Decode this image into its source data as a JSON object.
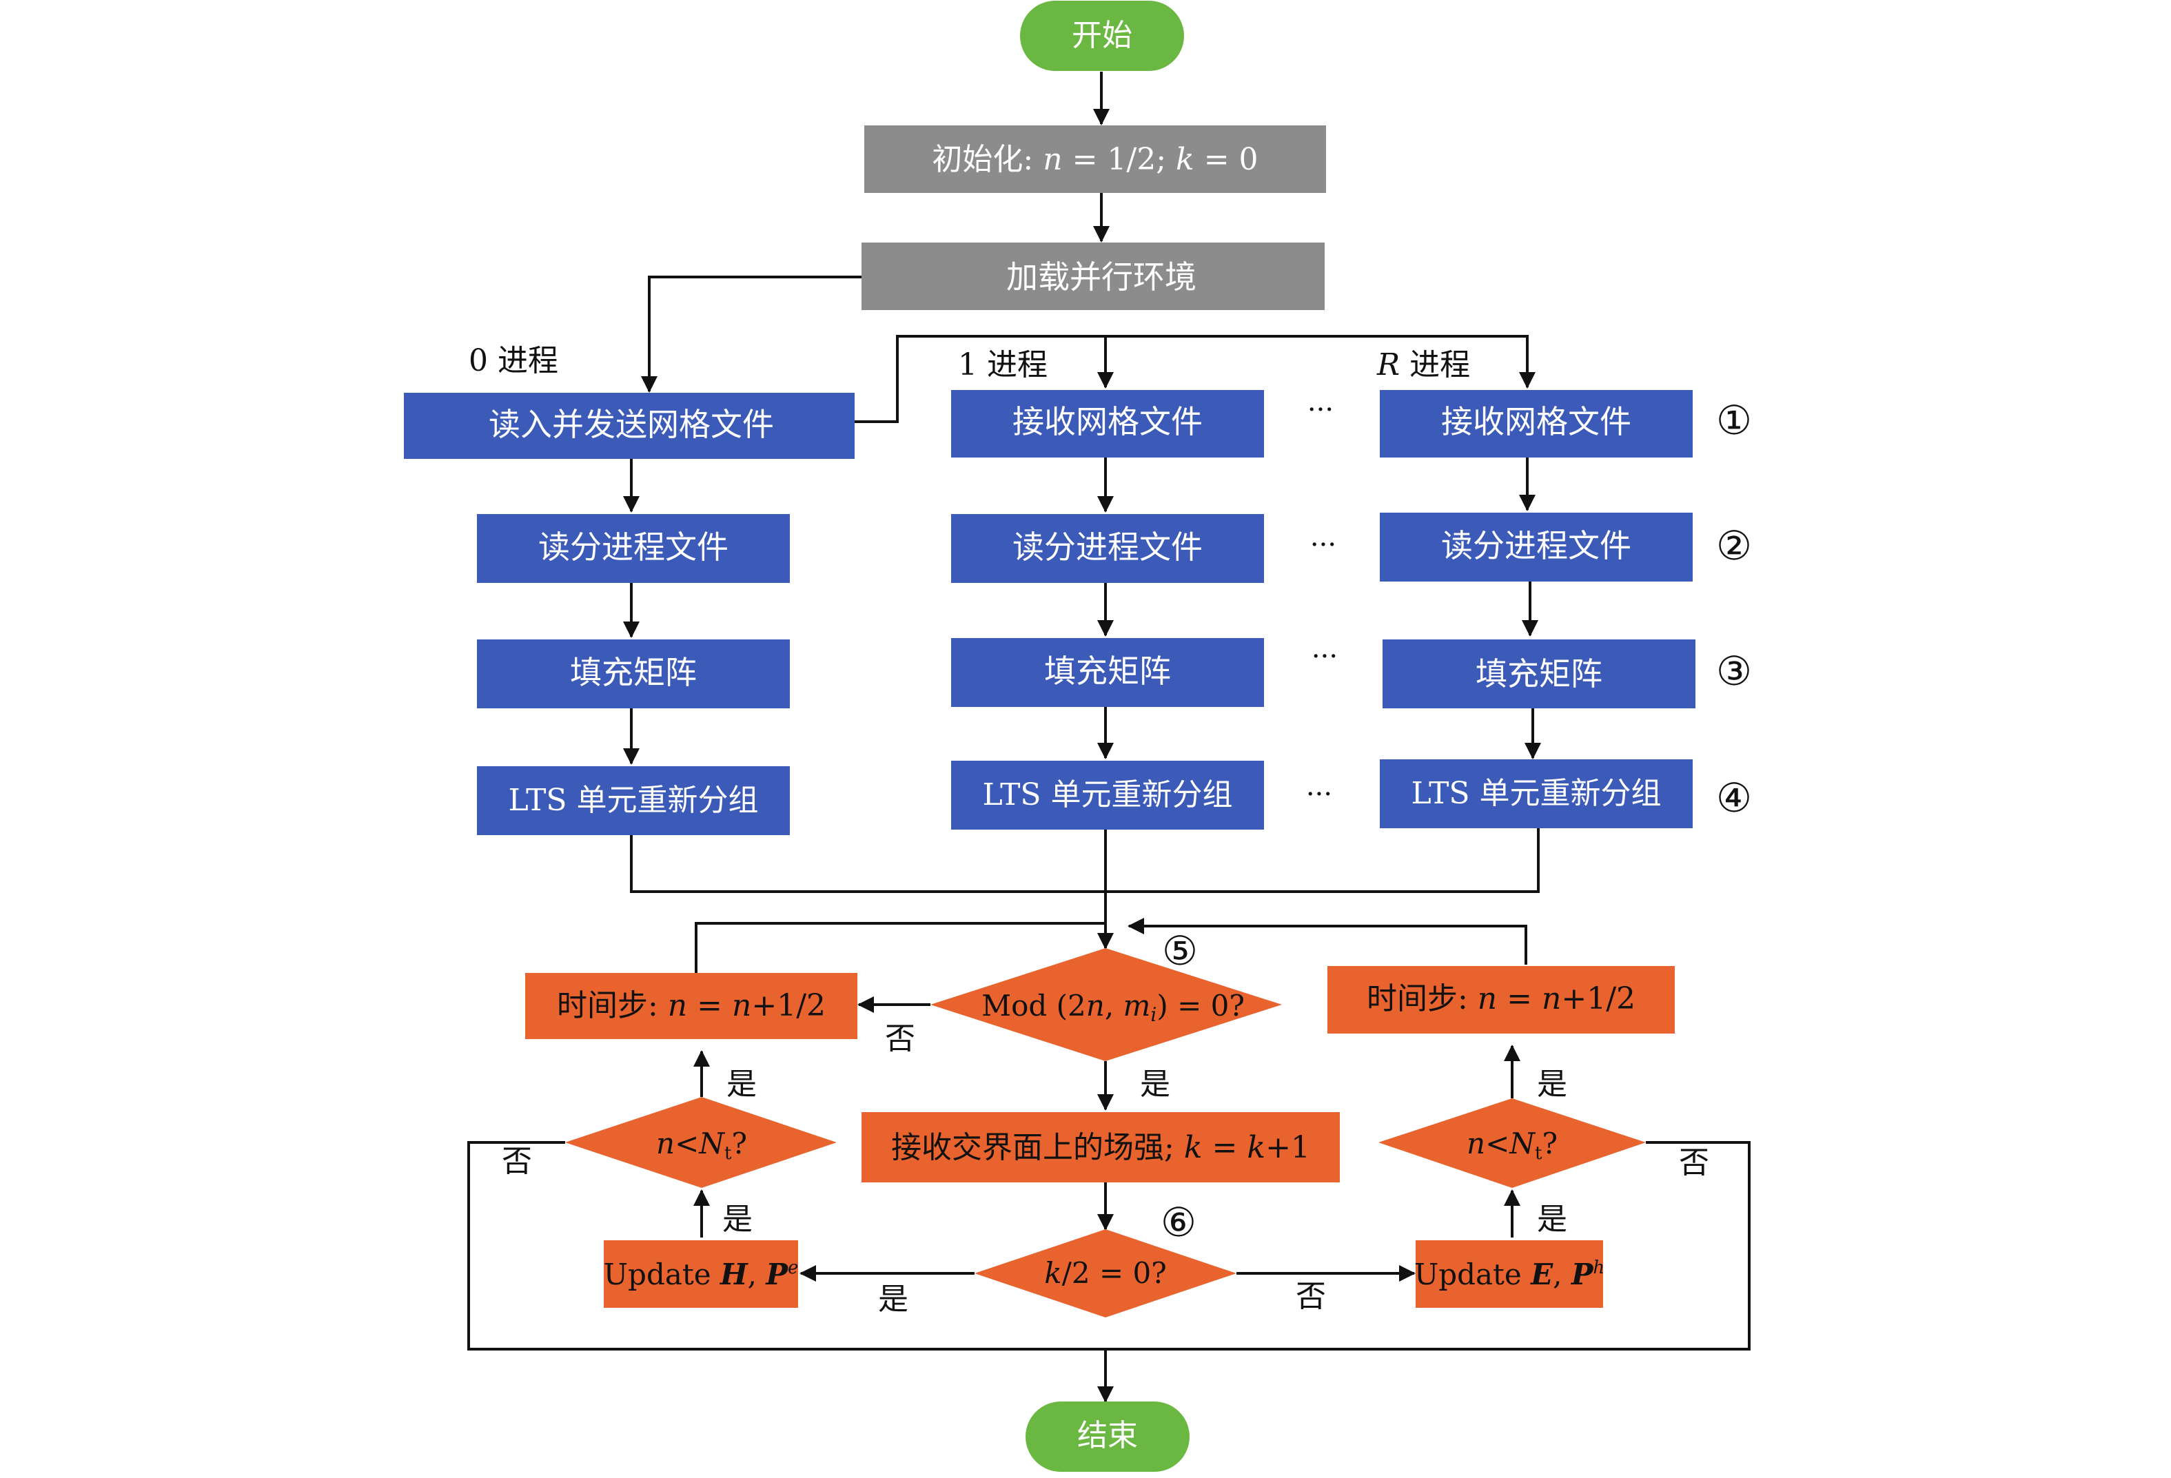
{
  "nodes": {
    "start": "开始",
    "end": "结束",
    "init": {
      "prefix": "初始化: ",
      "n_var": "n",
      "n_eq": " = 1/2; ",
      "k_var": "k",
      "k_eq": " = 0"
    },
    "load": "加载并行环境",
    "p0_read_send": "读入并发送网格文件",
    "receive_mesh": "接收网格文件",
    "read_proc_file": "读分进程文件",
    "fill_matrix": "填充矩阵",
    "lts_regroup": "LTS 单元重新分组",
    "timestep": {
      "prefix": "时间步: ",
      "var": "n",
      "eq": " = ",
      "var2": "n",
      "rest": "+1/2"
    },
    "mod_check": {
      "a": "Mod (2",
      "n": "n",
      "b": ", ",
      "m": "m",
      "sub": "i",
      "c": ") = 0?"
    },
    "recv_interface": {
      "prefix": "接收交界面上的场强; ",
      "k": "k",
      "eq": " = ",
      "k2": "k",
      "rest": "+1"
    },
    "k_check": {
      "k": "k",
      "rest": "/2 = 0?"
    },
    "nt_check": {
      "n": "n",
      "lt": "<",
      "N": "N",
      "sub": "t",
      "q": "?"
    },
    "update_hp": {
      "prefix": "Update ",
      "H": "H",
      "comma": ", ",
      "P": "P",
      "sup": "e"
    },
    "update_ep": {
      "prefix": "Update ",
      "E": "E",
      "comma": ", ",
      "P": "P",
      "sup": "h"
    }
  },
  "process_labels": {
    "p0": "0 进程",
    "p1": "1 进程",
    "pR_var": "R",
    "pR_rest": " 进程"
  },
  "edge_labels": {
    "yes": "是",
    "no": "否"
  },
  "ellipsis": "···",
  "step_markers": [
    "①",
    "②",
    "③",
    "④",
    "⑤",
    "⑥"
  ],
  "colors": {
    "terminal": "#6ab842",
    "gray_box": "#8c8c8c",
    "blue_box": "#3c5bb8",
    "orange": "#e8632d",
    "line": "#111111"
  }
}
